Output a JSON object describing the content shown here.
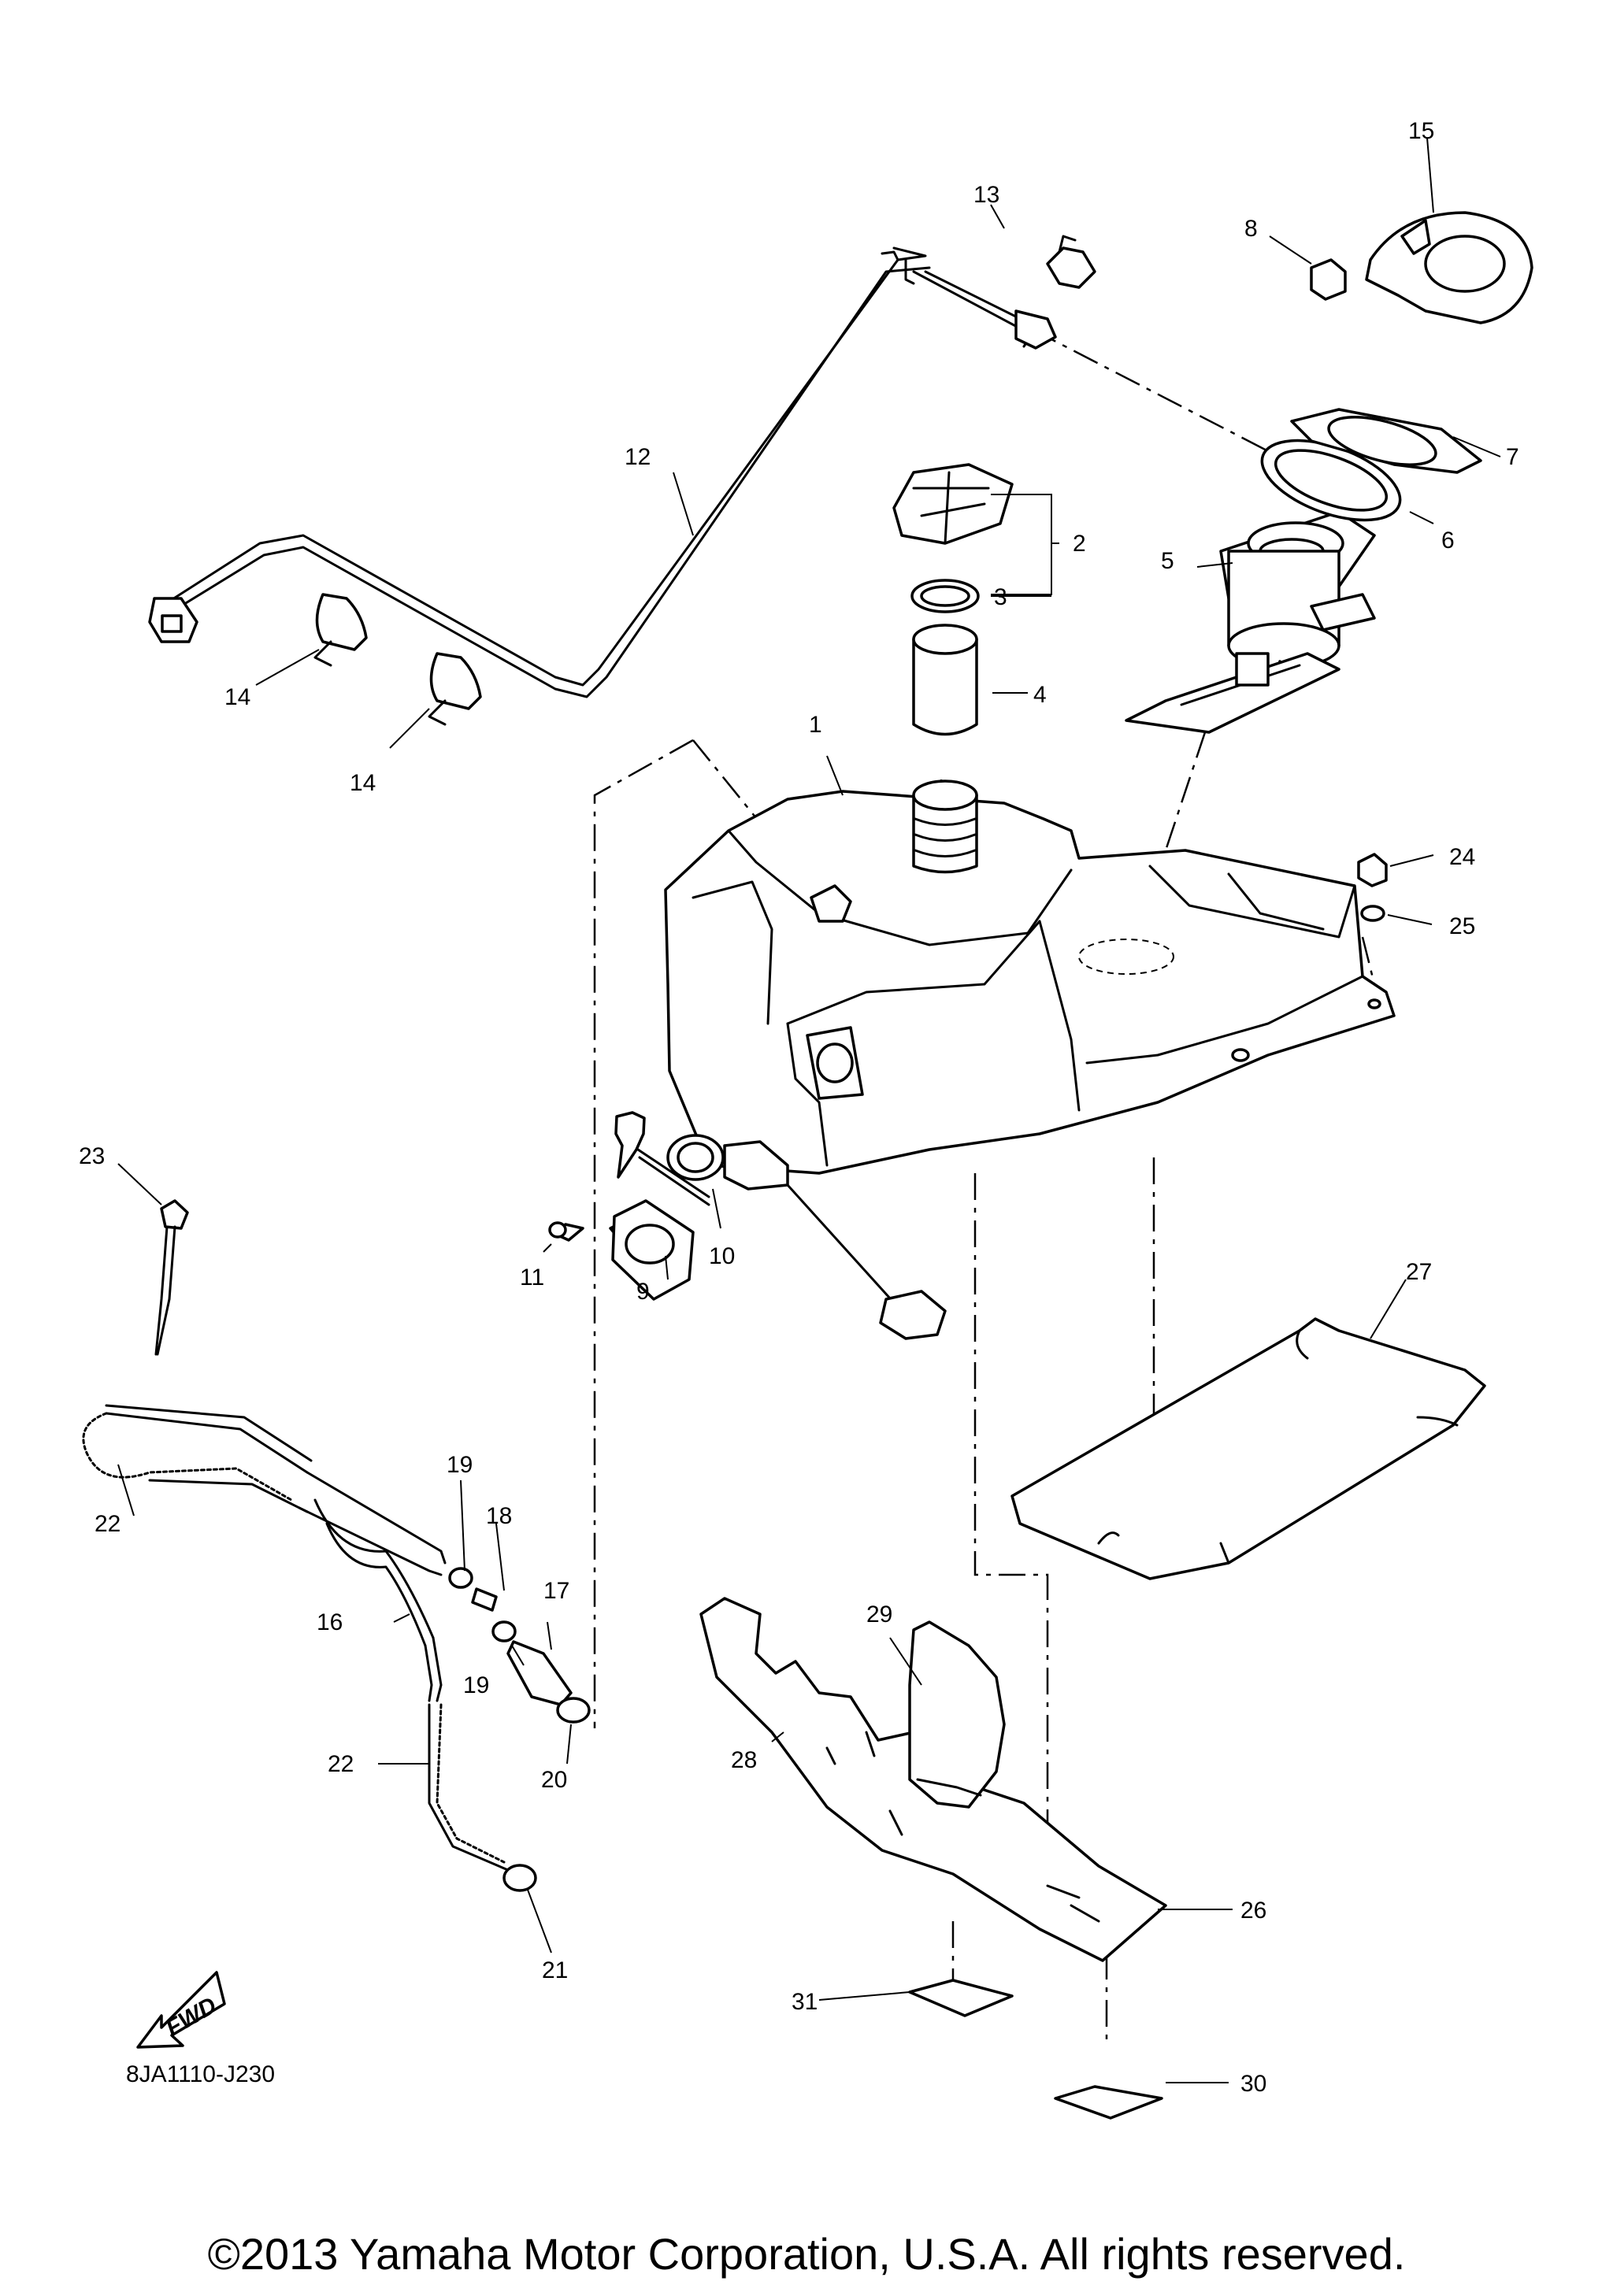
{
  "diagram": {
    "code": "8JA1110-J230",
    "fwd_label": "FWD",
    "copyright": "©2013 Yamaha Motor Corporation, U.S.A. All rights reserved.",
    "callouts": {
      "c1": "1",
      "c2": "2",
      "c3": "3",
      "c4": "4",
      "c5": "5",
      "c6": "6",
      "c7": "7",
      "c8": "8",
      "c9": "9",
      "c10": "10",
      "c11": "11",
      "c12": "12",
      "c13": "13",
      "c14a": "14",
      "c14b": "14",
      "c15": "15",
      "c16": "16",
      "c17": "17",
      "c18": "18",
      "c19a": "19",
      "c19b": "19",
      "c20": "20",
      "c21": "21",
      "c22a": "22",
      "c22b": "22",
      "c23": "23",
      "c24": "24",
      "c25": "25",
      "c26": "26",
      "c27": "27",
      "c28": "28",
      "c29": "29",
      "c30": "30",
      "c31": "31"
    }
  }
}
